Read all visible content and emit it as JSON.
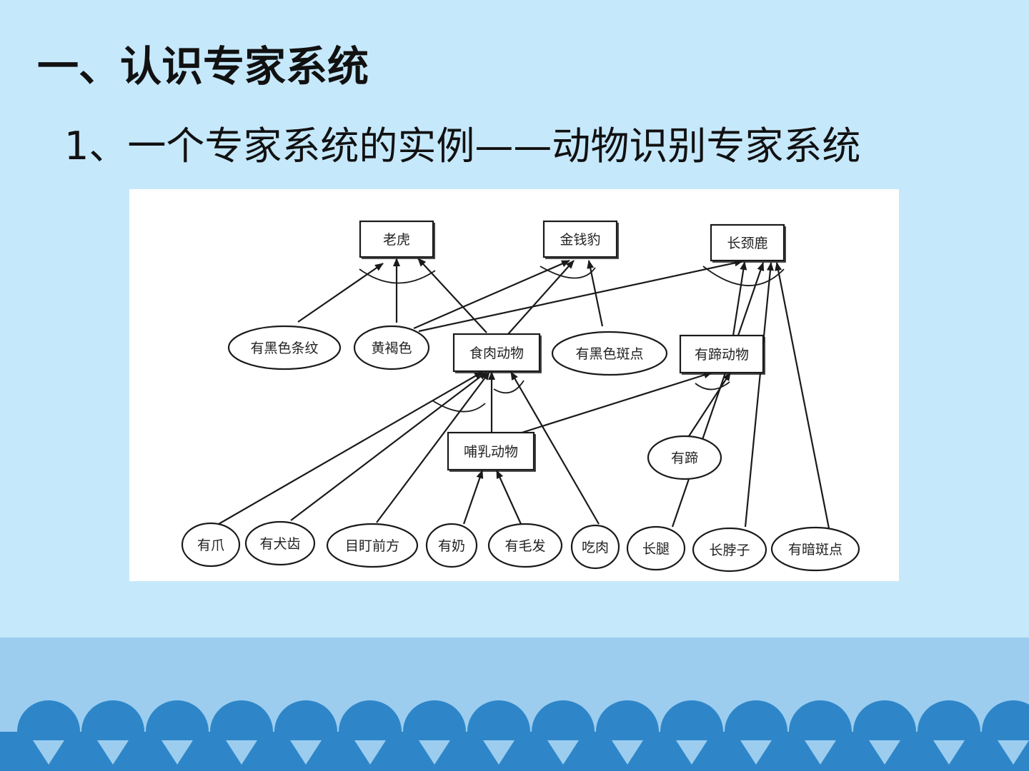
{
  "slide": {
    "title": "一、认识专家系统",
    "subtitle": "1、一个专家系统的实例——动物识别专家系统"
  },
  "colors": {
    "background": "#c6e8fb",
    "bottom_band": "#9ccdef",
    "scallop": "#2e86c8"
  },
  "diagram": {
    "nodes": [
      {
        "id": "tiger",
        "label": "老虎",
        "shape": "rect"
      },
      {
        "id": "leopard",
        "label": "金钱豹",
        "shape": "rect"
      },
      {
        "id": "giraffe",
        "label": "长颈鹿",
        "shape": "rect"
      },
      {
        "id": "black_stripes",
        "label": "有黑色条纹",
        "shape": "ellipse"
      },
      {
        "id": "tawny",
        "label": "黄褐色",
        "shape": "ellipse"
      },
      {
        "id": "carnivore",
        "label": "食肉动物",
        "shape": "rect"
      },
      {
        "id": "black_spots",
        "label": "有黑色斑点",
        "shape": "ellipse"
      },
      {
        "id": "ungulate",
        "label": "有蹄动物",
        "shape": "rect"
      },
      {
        "id": "mammal",
        "label": "哺乳动物",
        "shape": "rect"
      },
      {
        "id": "hooves",
        "label": "有蹄",
        "shape": "ellipse"
      },
      {
        "id": "claws",
        "label": "有爪",
        "shape": "ellipse"
      },
      {
        "id": "canines",
        "label": "有犬齿",
        "shape": "ellipse"
      },
      {
        "id": "eyes_forward",
        "label": "目盯前方",
        "shape": "ellipse"
      },
      {
        "id": "milk",
        "label": "有奶",
        "shape": "ellipse"
      },
      {
        "id": "hair",
        "label": "有毛发",
        "shape": "ellipse"
      },
      {
        "id": "eats_meat",
        "label": "吃肉",
        "shape": "ellipse"
      },
      {
        "id": "long_legs",
        "label": "长腿",
        "shape": "ellipse"
      },
      {
        "id": "long_neck",
        "label": "长脖子",
        "shape": "ellipse"
      },
      {
        "id": "dark_spots",
        "label": "有暗斑点",
        "shape": "ellipse"
      }
    ],
    "edges": [
      {
        "from": "black_stripes",
        "to": "tiger"
      },
      {
        "from": "tawny",
        "to": "tiger"
      },
      {
        "from": "carnivore",
        "to": "tiger"
      },
      {
        "from": "tawny",
        "to": "leopard"
      },
      {
        "from": "carnivore",
        "to": "leopard"
      },
      {
        "from": "black_spots",
        "to": "leopard"
      },
      {
        "from": "tawny",
        "to": "giraffe"
      },
      {
        "from": "ungulate",
        "to": "giraffe"
      },
      {
        "from": "long_legs",
        "to": "giraffe"
      },
      {
        "from": "long_neck",
        "to": "giraffe"
      },
      {
        "from": "dark_spots",
        "to": "giraffe"
      },
      {
        "from": "claws",
        "to": "carnivore"
      },
      {
        "from": "canines",
        "to": "carnivore"
      },
      {
        "from": "eyes_forward",
        "to": "carnivore"
      },
      {
        "from": "mammal",
        "to": "carnivore"
      },
      {
        "from": "eats_meat",
        "to": "carnivore"
      },
      {
        "from": "mammal",
        "to": "ungulate"
      },
      {
        "from": "hooves",
        "to": "ungulate"
      },
      {
        "from": "milk",
        "to": "mammal"
      },
      {
        "from": "hair",
        "to": "mammal"
      }
    ]
  }
}
